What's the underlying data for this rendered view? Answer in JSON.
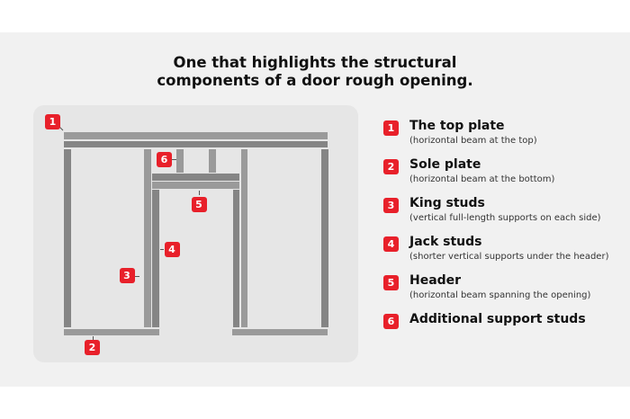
{
  "title_line1": "One that highlights the structural",
  "title_line2": "components of a door rough opening.",
  "accent_color": "#e8202a",
  "legend": [
    {
      "num": "1",
      "title": "The top plate",
      "desc": "(horizontal beam at the top)"
    },
    {
      "num": "2",
      "title": "Sole plate",
      "desc": "(horizontal beam at the bottom)"
    },
    {
      "num": "3",
      "title": "King studs",
      "desc": "(vertical full-length supports on each side)"
    },
    {
      "num": "4",
      "title": "Jack studs",
      "desc": "(shorter vertical supports under the header)"
    },
    {
      "num": "5",
      "title": "Header",
      "desc": "(horizontal beam spanning the opening)"
    },
    {
      "num": "6",
      "title": "Additional support studs",
      "desc": ""
    }
  ]
}
